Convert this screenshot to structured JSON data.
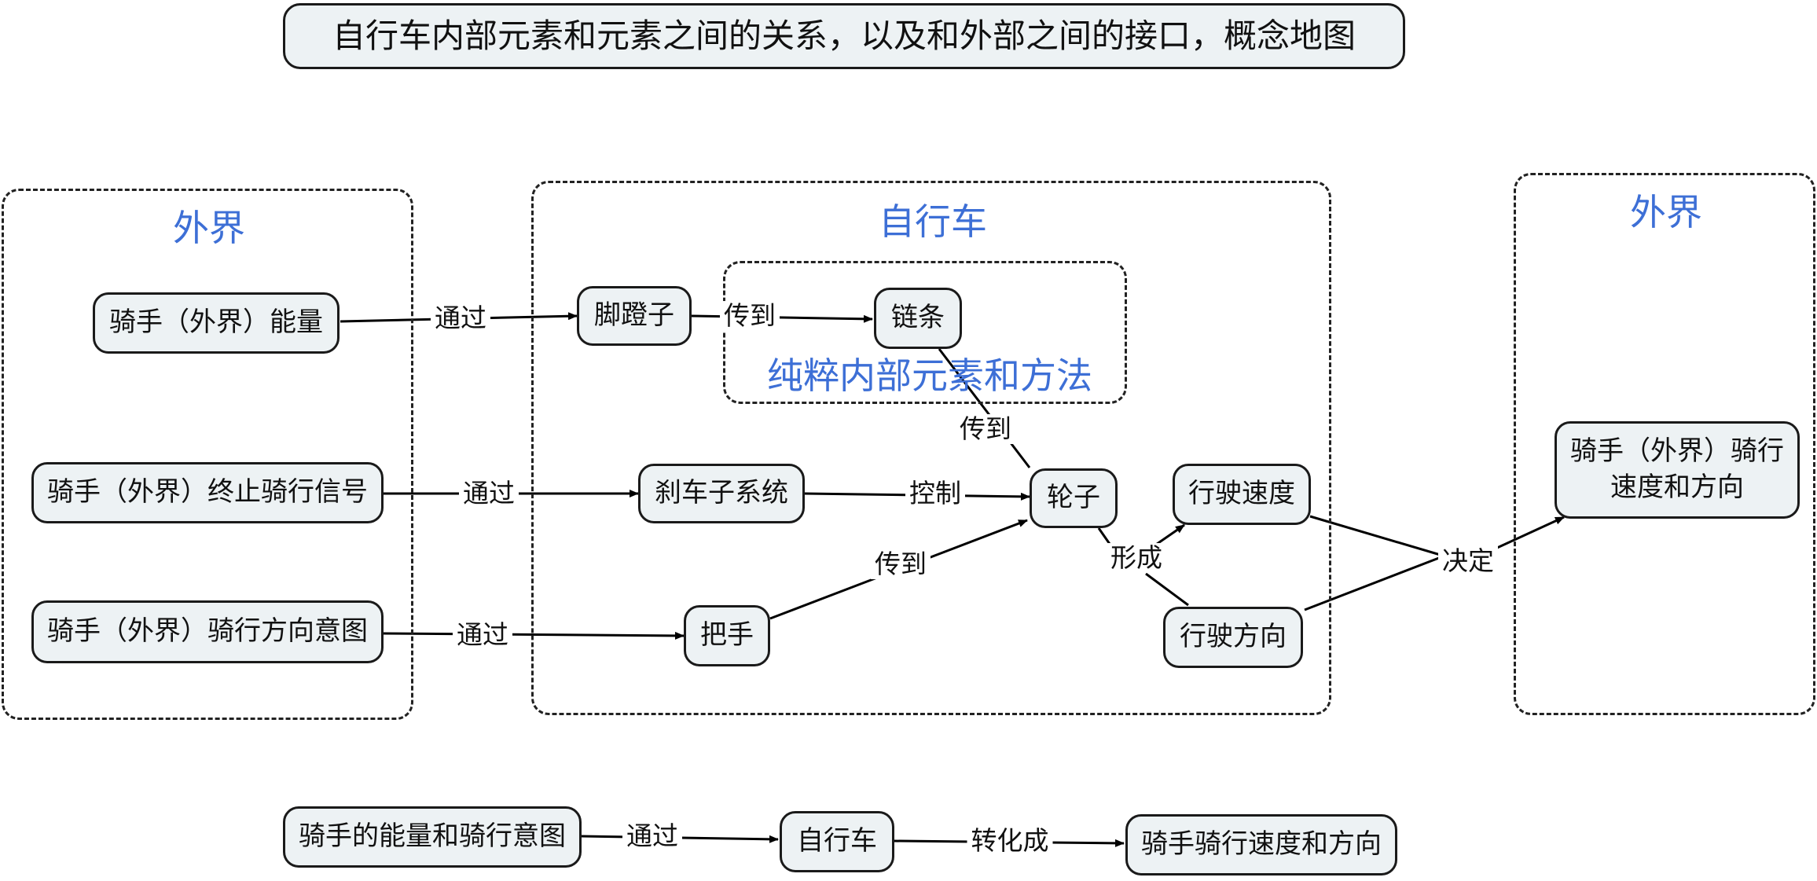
{
  "title": "自行车内部元素和元素之间的关系，以及和外部之间的接口，概念地图",
  "accent_color": "#3d6fd6",
  "groups": {
    "outside_left": "外界",
    "bicycle": "自行车",
    "pure_internal": "纯粹内部元素和方法",
    "outside_right": "外界"
  },
  "nodes": {
    "rider_energy": "骑手（外界）能量",
    "rider_stop": "骑手（外界）终止骑行信号",
    "rider_direction_intent": "骑手（外界）骑行方向意图",
    "pedals": "脚蹬子",
    "chain": "链条",
    "brake_system": "刹车子系统",
    "wheel": "轮子",
    "handlebar": "把手",
    "travel_speed": "行驶速度",
    "travel_direction": "行驶方向",
    "rider_speed_direction": "骑手（外界）骑行速度和方向",
    "summary_input": "骑手的能量和骑行意图",
    "summary_bicycle": "自行车",
    "summary_output": "骑手骑行速度和方向"
  },
  "edges": {
    "energy_pedals": "通过",
    "pedals_chain": "传到",
    "chain_wheel": "传到",
    "stop_brake": "通过",
    "brake_wheel": "控制",
    "intent_handlebar": "通过",
    "handlebar_wheel": "传到",
    "wheel_form": "形成",
    "determine": "决定",
    "summary_via": "通过",
    "summary_convert": "转化成"
  }
}
